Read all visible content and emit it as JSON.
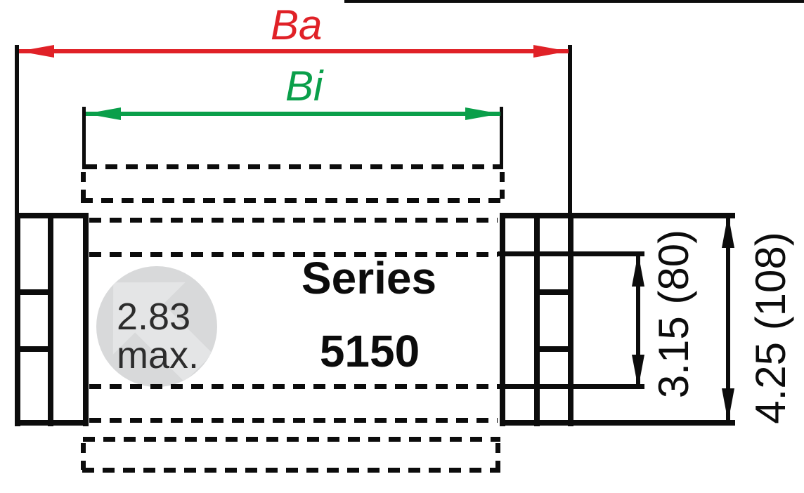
{
  "drawing": {
    "series_label": "Series",
    "series_number": "5150",
    "dimensions": {
      "outer_width": {
        "label": "Ba"
      },
      "inner_width": {
        "label": "Bi"
      },
      "inner_height": {
        "label": "3.15 (80)"
      },
      "outer_height": {
        "label": "4.25 (108)"
      },
      "bend_radius": {
        "value": "2.83",
        "qualifier": "max."
      }
    },
    "colors": {
      "outer_width_accent": "#e02127",
      "inner_width_accent": "#0a9f4a",
      "line_black": "#0c0c0c",
      "watermark_circle_fill": "#d8d9da",
      "watermark_arrow_fill": "#e4e5e6",
      "watermark_text": "#2d2d2d"
    }
  }
}
